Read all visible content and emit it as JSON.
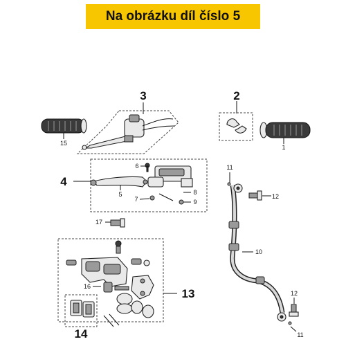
{
  "header": {
    "title": "Na obrázku díl číslo 5"
  },
  "diagram": {
    "labels": {
      "p1": "1",
      "p2": "2",
      "p3": "3",
      "p4": "4",
      "p5": "5",
      "p6": "6",
      "p7": "7",
      "p8": "8",
      "p9": "9",
      "p10": "10",
      "p11a": "11",
      "p11b": "11",
      "p12a": "12",
      "p12b": "12",
      "p13": "13",
      "p14": "14",
      "p15": "15",
      "p16": "16",
      "p17": "17"
    }
  },
  "colors": {
    "banner": "#f7c600",
    "text": "#111111"
  }
}
